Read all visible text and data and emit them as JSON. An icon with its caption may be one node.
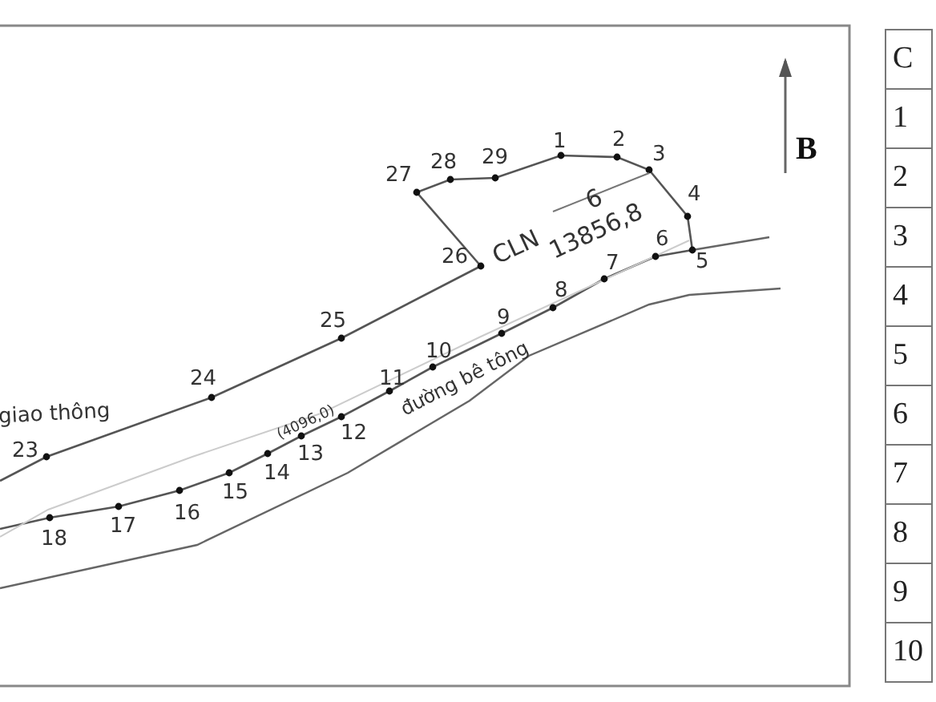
{
  "diagram": {
    "labels": [
      "B",
      "27",
      "28",
      "29",
      "1",
      "2",
      "3",
      "4",
      "26",
      "CLN",
      "6",
      "13856,8",
      "6",
      "5",
      "7",
      "8",
      "25",
      "9",
      "10",
      "11",
      "24",
      "giao thông",
      "23",
      "(4096,0)",
      "12",
      "13",
      "đường bê tông",
      "14",
      "15",
      "16",
      "17",
      "18",
      "C",
      "1",
      "2",
      "3",
      "4",
      "5",
      "6",
      "7",
      "8",
      "9",
      "10"
    ]
  }
}
